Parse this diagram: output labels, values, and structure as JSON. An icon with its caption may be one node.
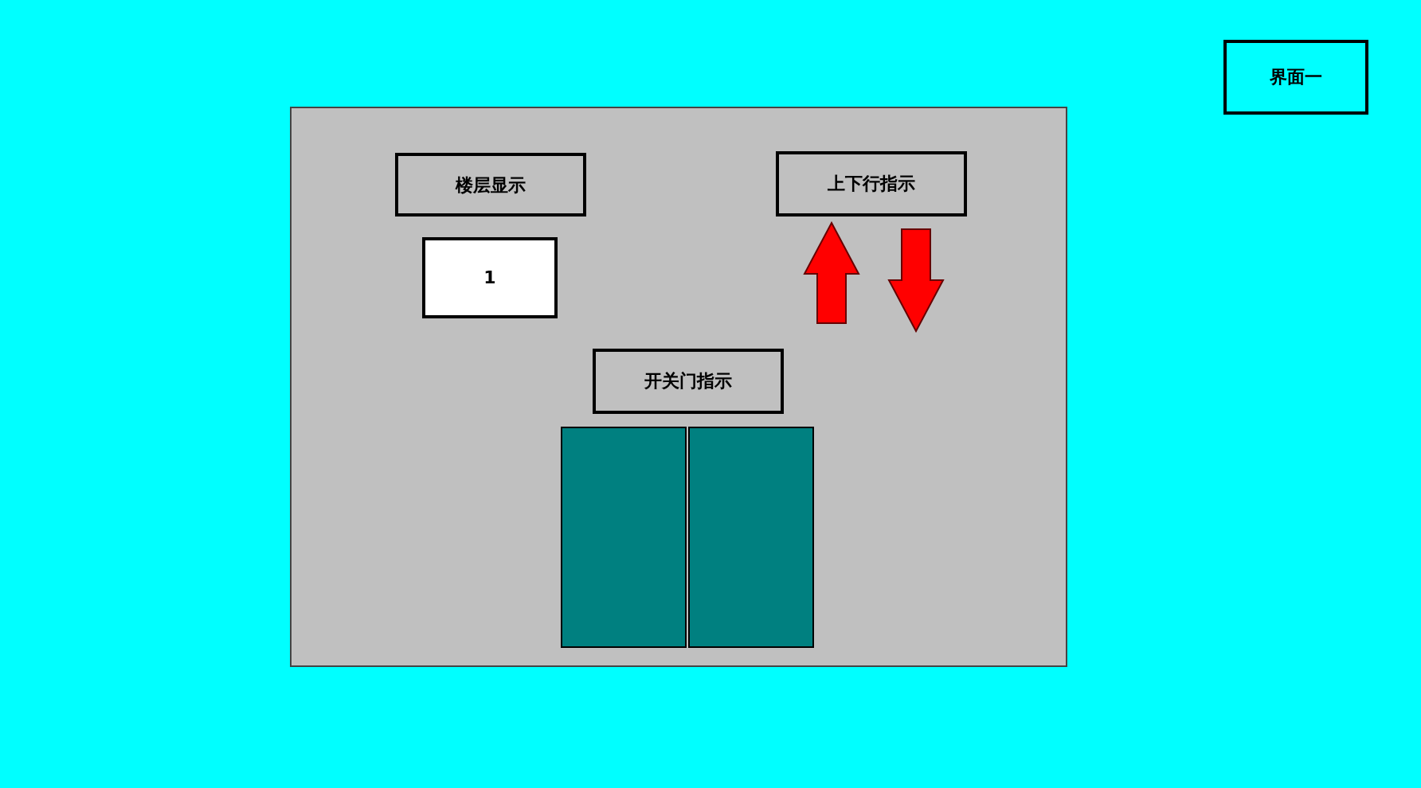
{
  "diagram": {
    "nodes": [
      {
        "text": [
          "界面一"
        ]
      },
      {
        "text": [],
        "shape": "box"
      },
      {
        "text": [
          "楼层显示"
        ],
        "in": 1
      },
      {
        "text": [
          "1"
        ],
        "in": 1
      },
      {
        "text": [
          "上下行指示"
        ],
        "in": 1
      },
      {
        "text": [
          "开关门指示"
        ],
        "in": 1
      },
      {
        "text": [],
        "shape": "box",
        "in": 1
      },
      {
        "text": [],
        "shape": "box",
        "in": 1
      }
    ]
  }
}
